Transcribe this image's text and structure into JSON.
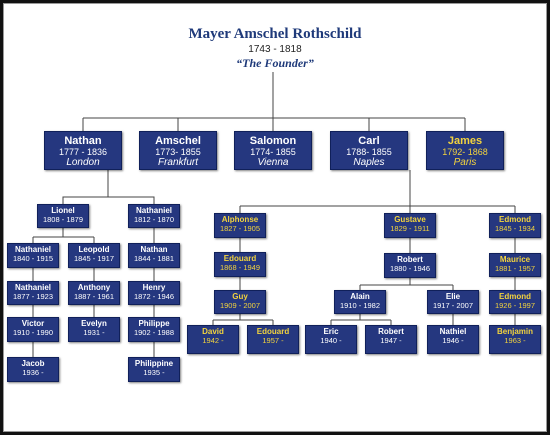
{
  "root": {
    "name": "Mayer Amschel Rothschild",
    "dates": "1743 - 1818",
    "epithet": "“The Founder”"
  },
  "sons": [
    {
      "name": "Nathan",
      "dates": "1777 - 1836",
      "place": "London"
    },
    {
      "name": "Amschel",
      "dates": "1773- 1855",
      "place": "Frankfurt"
    },
    {
      "name": "Salomon",
      "dates": "1774- 1855",
      "place": "Vienna"
    },
    {
      "name": "Carl",
      "dates": "1788- 1855",
      "place": "Naples"
    },
    {
      "name": "James",
      "dates": "1792- 1868",
      "place": "Paris"
    }
  ],
  "descendants": [
    {
      "name": "Lionel",
      "dates": "1808 - 1879"
    },
    {
      "name": "Nathaniel",
      "dates": "1812 - 1870"
    },
    {
      "name": "Nathaniel",
      "dates": "1840 - 1915"
    },
    {
      "name": "Leopold",
      "dates": "1845 - 1917"
    },
    {
      "name": "Nathan",
      "dates": "1844 - 1881"
    },
    {
      "name": "Nathaniel",
      "dates": "1877 - 1923"
    },
    {
      "name": "Anthony",
      "dates": "1887 - 1961"
    },
    {
      "name": "Henry",
      "dates": "1872 - 1946"
    },
    {
      "name": "Victor",
      "dates": "1910 - 1990"
    },
    {
      "name": "Evelyn",
      "dates": "1931 -"
    },
    {
      "name": "Philippe",
      "dates": "1902 - 1988"
    },
    {
      "name": "Jacob",
      "dates": "1936 -"
    },
    {
      "name": "Philippine",
      "dates": "1935 -"
    },
    {
      "name": "Alphonse",
      "dates": "1827 - 1905"
    },
    {
      "name": "Gustave",
      "dates": "1829 - 1911"
    },
    {
      "name": "Edmond",
      "dates": "1845 - 1934"
    },
    {
      "name": "Edouard",
      "dates": "1868 - 1949"
    },
    {
      "name": "Robert",
      "dates": "1880 - 1946"
    },
    {
      "name": "Maurice",
      "dates": "1881 - 1957"
    },
    {
      "name": "Guy",
      "dates": "1909 - 2007"
    },
    {
      "name": "Alain",
      "dates": "1910 - 1982"
    },
    {
      "name": "Elie",
      "dates": "1917 - 2007"
    },
    {
      "name": "Edmond",
      "dates": "1926 - 1997"
    },
    {
      "name": "David",
      "dates": "1942 -"
    },
    {
      "name": "Edouard",
      "dates": "1957 -"
    },
    {
      "name": "Eric",
      "dates": "1940 -"
    },
    {
      "name": "Robert",
      "dates": "1947 -"
    },
    {
      "name": "Nathiel",
      "dates": "1946 -"
    },
    {
      "name": "Benjamin",
      "dates": "1963 -"
    }
  ],
  "colors": {
    "box_fill": "#25377f",
    "highlight_text": "#f2d33e",
    "line": "#444444",
    "title": "#1f3a7a"
  }
}
